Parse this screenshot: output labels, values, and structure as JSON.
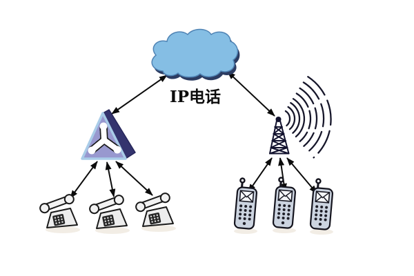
{
  "diagram": {
    "type": "network-topology",
    "title_label": "IP电话",
    "background": "#ffffff",
    "colors": {
      "cloud_fill": "#85bee4",
      "cloud_shadow": "#2c3c62",
      "cloud_outline": "#4f83b4",
      "gatekeeper_face": "#9898cf",
      "gatekeeper_side": "#34346e",
      "gatekeeper_edge": "#a9cce8",
      "symbol_fill": "#ffffff",
      "tower_color": "#12122e",
      "arrow_color": "#0c0c0c",
      "desk_phone_fill": "#ededed",
      "mobile_phone_fill": "#ccd4e0",
      "keypad_dark": "#1f1f1f",
      "label_color": "#0d0d0d"
    },
    "nodes": [
      {
        "id": "cloud",
        "icon": "cloud-icon",
        "label": "IP电话"
      },
      {
        "id": "gatekeeper",
        "icon": "triangle-gateway-icon",
        "label": ""
      },
      {
        "id": "base-station",
        "icon": "antenna-tower-icon",
        "label": ""
      },
      {
        "id": "desk-phone-1",
        "icon": "desk-phone-icon",
        "label": ""
      },
      {
        "id": "desk-phone-2",
        "icon": "desk-phone-icon",
        "label": ""
      },
      {
        "id": "desk-phone-3",
        "icon": "desk-phone-icon",
        "label": ""
      },
      {
        "id": "mobile-phone-1",
        "icon": "mobile-phone-icon",
        "label": ""
      },
      {
        "id": "mobile-phone-2",
        "icon": "mobile-phone-icon",
        "label": ""
      },
      {
        "id": "mobile-phone-3",
        "icon": "mobile-phone-icon",
        "label": ""
      }
    ],
    "edges": [
      {
        "from": "gatekeeper",
        "to": "cloud",
        "bidirectional": true
      },
      {
        "from": "base-station",
        "to": "cloud",
        "bidirectional": true
      },
      {
        "from": "desk-phone-1",
        "to": "gatekeeper",
        "bidirectional": true
      },
      {
        "from": "desk-phone-2",
        "to": "gatekeeper",
        "bidirectional": true
      },
      {
        "from": "desk-phone-3",
        "to": "gatekeeper",
        "bidirectional": true
      },
      {
        "from": "mobile-phone-1",
        "to": "base-station",
        "bidirectional": true
      },
      {
        "from": "mobile-phone-2",
        "to": "base-station",
        "bidirectional": true
      },
      {
        "from": "mobile-phone-3",
        "to": "base-station",
        "bidirectional": true
      }
    ]
  }
}
